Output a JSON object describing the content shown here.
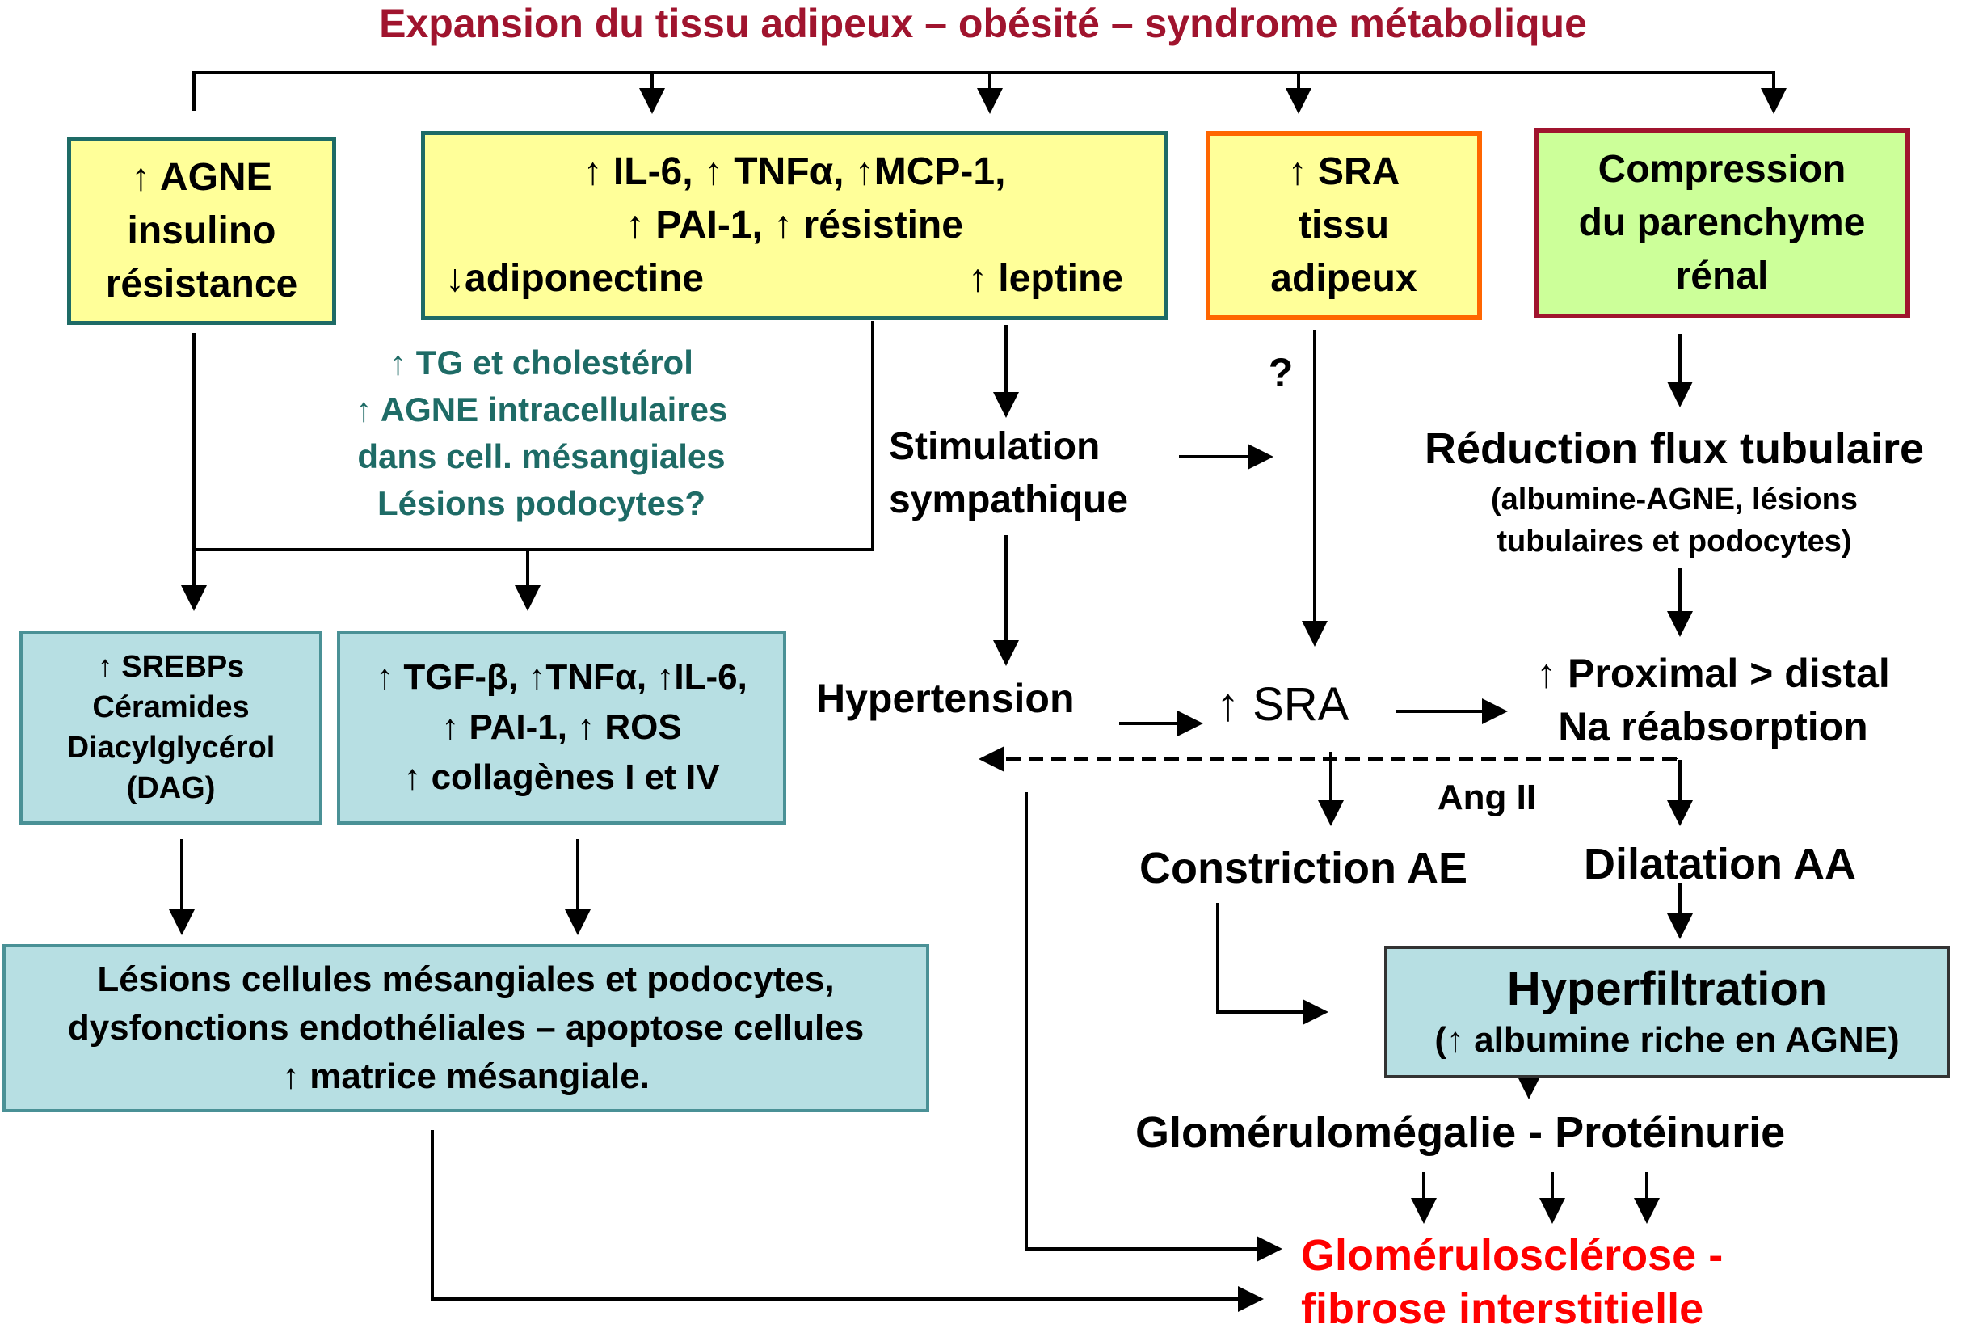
{
  "title": "Expansion du tissu adipeux – obésité – syndrome métabolique",
  "colors": {
    "title": "#a0142e",
    "teal_text": "#1e6b66",
    "red_text": "#ff0000",
    "yellow_fill": "#ffff99",
    "green_fill": "#ccff99",
    "teal_fill": "#b7dfe3"
  },
  "top_boxes": {
    "agne": [
      "↑ AGNE",
      "insulino",
      "résistance"
    ],
    "cytokines": [
      "↑ IL-6, ↑ TNFα, ↑MCP-1,",
      "↑ PAI-1, ↑ résistine"
    ],
    "cytokines_last_left": "↓adiponectine",
    "cytokines_last_right": "↑ leptine",
    "sra_tissu": [
      "↑ SRA",
      "tissu",
      "adipeux"
    ],
    "compression": [
      "Compression",
      "du parenchyme",
      "rénal"
    ]
  },
  "lipid_text": [
    "↑ TG et cholestérol",
    "↑ AGNE intracellulaires",
    "dans cell. mésangiales",
    "Lésions podocytes?"
  ],
  "question_mark": "?",
  "stimulation": [
    "Stimulation",
    "sympathique"
  ],
  "reduction_title": "Réduction flux tubulaire",
  "reduction_sub": [
    "(albumine-AGNE, lésions",
    "tubulaires et podocytes)"
  ],
  "srebps_box": [
    "↑ SREBPs",
    "Céramides",
    "Diacylglycérol",
    "(DAG)"
  ],
  "tgf_box": [
    "↑ TGF-β, ↑TNFα, ↑IL-6,",
    "↑  PAI-1, ↑  ROS",
    "↑ collagènes I et IV"
  ],
  "hypertension": "Hypertension",
  "sra": "↑ SRA",
  "proximal": [
    "↑ Proximal > distal",
    "Na  réabsorption"
  ],
  "ang_ii": "Ang II",
  "constriction": "Constriction AE",
  "dilatation": "Dilatation AA",
  "lesions_box": [
    "Lésions cellules mésangiales et podocytes,",
    "dysfonctions endothéliales – apoptose cellules",
    "↑ matrice mésangiale."
  ],
  "hyperfiltration_title": "Hyperfiltration",
  "hyperfiltration_sub": "(↑ albumine riche en AGNE)",
  "glomerulomegalie": "Glomérulomégalie - Protéinurie",
  "glomerulosclerose": [
    "Glomérulosclérose -",
    "fibrose interstitielle"
  ]
}
